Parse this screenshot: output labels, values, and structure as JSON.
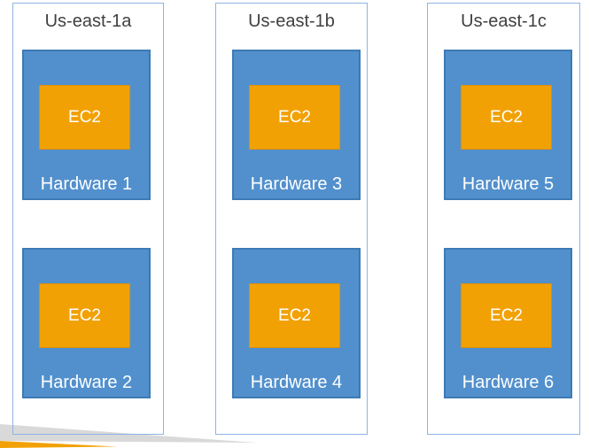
{
  "colors": {
    "zone_border": "#8EB4E0",
    "zone_title_text": "#404040",
    "hardware_fill": "#5290CD",
    "hardware_border": "#3D7AB5",
    "hardware_text": "#FFFFFF",
    "ec2_fill": "#F2A104",
    "ec2_border": "#DE8F00",
    "ec2_text": "#FFFFFF",
    "decoration_gray": "#D9D9D9",
    "decoration_orange": "#F2A104"
  },
  "zones": [
    {
      "label": "Us-east-1a",
      "hardware": [
        {
          "label": "Hardware 1",
          "instance_label": "EC2"
        },
        {
          "label": "Hardware 2",
          "instance_label": "EC2"
        }
      ]
    },
    {
      "label": "Us-east-1b",
      "hardware": [
        {
          "label": "Hardware 3",
          "instance_label": "EC2"
        },
        {
          "label": "Hardware 4",
          "instance_label": "EC2"
        }
      ]
    },
    {
      "label": "Us-east-1c",
      "hardware": [
        {
          "label": "Hardware 5",
          "instance_label": "EC2"
        },
        {
          "label": "Hardware 6",
          "instance_label": "EC2"
        }
      ]
    }
  ]
}
